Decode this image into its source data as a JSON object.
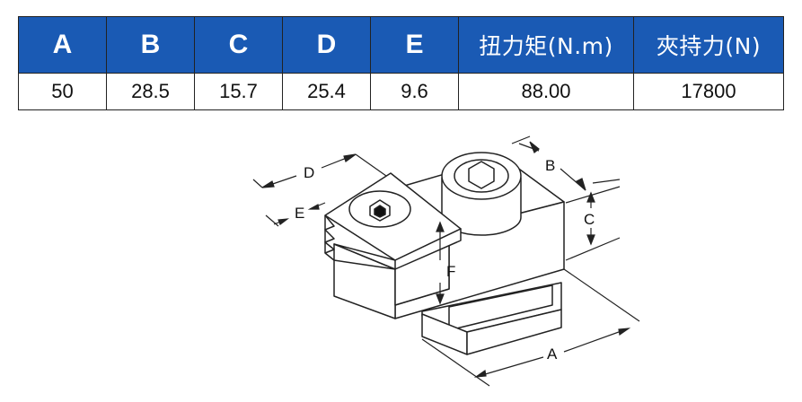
{
  "table": {
    "headers": [
      "A",
      "B",
      "C",
      "D",
      "E",
      "扭力矩(N.m)",
      "夾持力(N)"
    ],
    "row": [
      "50",
      "28.5",
      "15.7",
      "25.4",
      "9.6",
      "88.00",
      "17800"
    ]
  },
  "diagram": {
    "labels": {
      "a": "A",
      "b": "B",
      "c": "C",
      "d": "D",
      "e": "E",
      "f": "F"
    }
  },
  "colors": {
    "header_bg": "#1a5ab4",
    "header_text": "#ffffff",
    "line": "#222222"
  }
}
